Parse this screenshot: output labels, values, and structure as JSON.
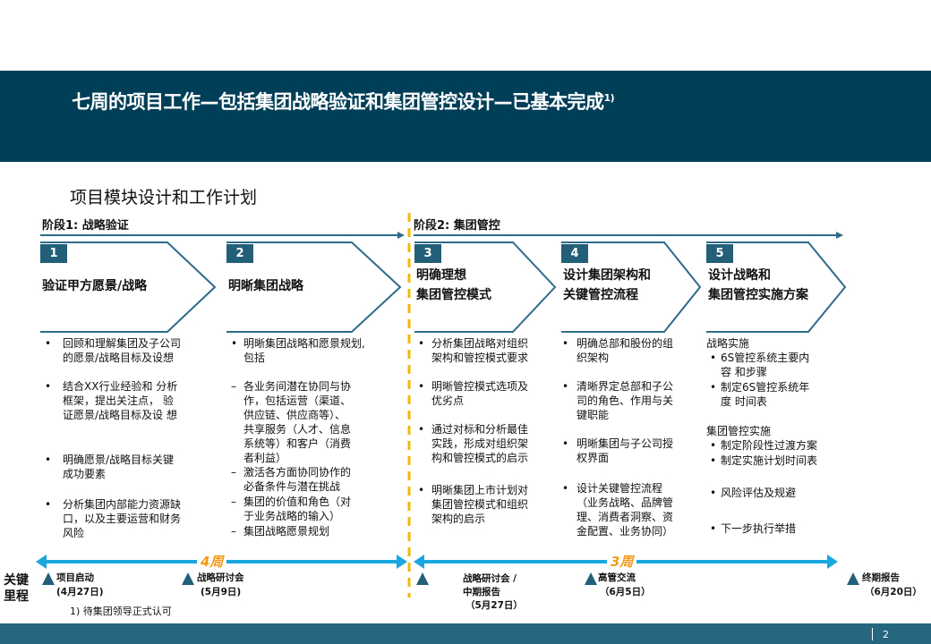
{
  "header": {
    "title": "七周的项目工作—包括集团战略验证和集团管控设计—已基本完成",
    "title_note": "1)"
  },
  "subtitle": "项目模块设计和工作计划",
  "stages": [
    "阶段1: 战略验证",
    "阶段2: 集团管控"
  ],
  "modules": [
    {
      "num": "1",
      "title": "验证甲方愿景/战略"
    },
    {
      "num": "2",
      "title": "明晰集团战略"
    },
    {
      "num": "3",
      "title": "明确理想\n集团管控模式"
    },
    {
      "num": "4",
      "title": "设计集团架构和\n关键管控流程"
    },
    {
      "num": "5",
      "title": "设计战略和\n集团管控实施方案"
    }
  ],
  "columns": [
    [
      {
        "m": "•",
        "t": "回顾和理解集团及子公司\n的愿景/战略目标及设想"
      },
      {
        "m": "•",
        "t": "结合XX行业经验和 分析\n框架，提出关注点， 验\n证愿景/战略目标及设 想"
      },
      {
        "m": "•",
        "t": "明确愿景/战略目标关键\n成功要素"
      },
      {
        "m": "•",
        "t": "分析集团内部能力资源缺\n口，以及主要运营和财务\n风险"
      }
    ],
    [
      {
        "m": "•",
        "t": "明晰集团战略和愿景规划,\n包括"
      },
      {
        "m": "–",
        "t": "各业务间潜在协同与协\n作，包括运营（渠道、\n供应链、供应商等）、\n共享服务（人才、信息\n系统等）和客户（消费\n者利益）"
      },
      {
        "m": "–",
        "t": "激活各方面协同协作的\n必备条件与潜在挑战"
      },
      {
        "m": "–",
        "t": "集团的价值和角色（对\n于业务战略的输入）"
      },
      {
        "m": "–",
        "t": "集团战略愿景规划"
      }
    ],
    [
      {
        "m": "•",
        "t": "分析集团战略对组织\n架构和管控模式要求"
      },
      {
        "m": "•",
        "t": "明晰管控模式选项及\n优劣点"
      },
      {
        "m": "•",
        "t": "通过对标和分析最佳\n实践，形成对组织架\n构和管控模式的启示"
      },
      {
        "m": "•",
        "t": "明晰集团上市计划对\n集团管控模式和组织\n架构的启示"
      }
    ],
    [
      {
        "m": "•",
        "t": "明确总部和股份的组\n织架构"
      },
      {
        "m": "•",
        "t": "清晰界定总部和子公\n司的角色、作用与关\n键职能"
      },
      {
        "m": "•",
        "t": "明晰集团与子公司授\n权界面"
      },
      {
        "m": "•",
        "t": "设计关键管控流程\n（业务战略、品牌管\n理、消费者洞察、资\n金配置、业务协同）"
      }
    ],
    [
      {
        "m": "",
        "t": "战略实施"
      },
      {
        "m": "•",
        "t": "6S管控系统主要内\n容 和步骤"
      },
      {
        "m": "•",
        "t": "制定6S管控系统年\n度 时间表"
      },
      {
        "m": "",
        "t": "集团管控实施"
      },
      {
        "m": "•",
        "t": "制定阶段性过渡方案"
      },
      {
        "m": "•",
        "t": "制定实施计划时间表"
      },
      {
        "m": "•",
        "t": "风险评估及规避"
      },
      {
        "m": "•",
        "t": "下一步执行举措"
      }
    ]
  ],
  "timeline": {
    "label": "关键\n里程",
    "weeks": [
      "4周",
      "3周"
    ],
    "milestones": [
      {
        "name": "项目启动",
        "date": "(4月27日)"
      },
      {
        "name": "战略研讨会",
        "date": "(5月9日)"
      },
      {
        "name": "战略研讨会 /\n中期报告",
        "date": "（5月27日）"
      },
      {
        "name": "高管交流",
        "date": "（6月5日）"
      },
      {
        "name": "终期报告",
        "date": "（6月20日）"
      }
    ]
  },
  "footnote": "1) 待集团领导正式认可",
  "page_number": "2",
  "colors": {
    "header": "#003f57",
    "accent": "#245f7a",
    "timeline": "#1aa7e0",
    "divider": "#f5b800",
    "weeks": "#f39a1a"
  }
}
